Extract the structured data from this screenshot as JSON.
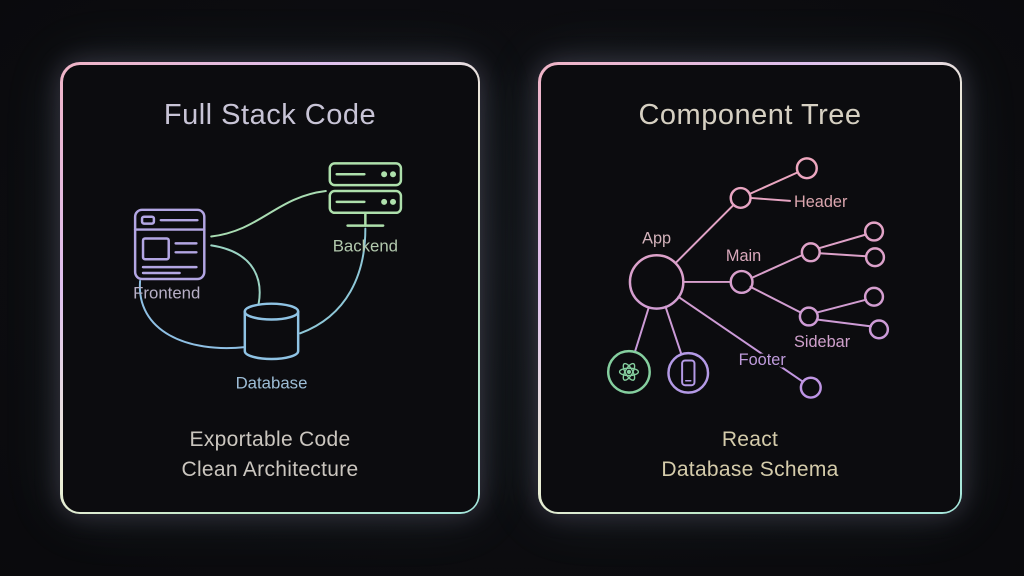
{
  "left_card": {
    "title": "Full Stack Code",
    "labels": {
      "frontend": "Frontend",
      "backend": "Backend",
      "database": "Database"
    },
    "caption": {
      "line1": "Exportable Code",
      "line2": "Clean Architecture"
    }
  },
  "right_card": {
    "title": "Component Tree",
    "labels": {
      "app": "App",
      "header": "Header",
      "main": "Main",
      "sidebar": "Sidebar",
      "footer": "Footer"
    },
    "caption": {
      "line1": "React",
      "line2": "Database Schema"
    }
  },
  "icons": {
    "browser": "browser-window-icon",
    "server": "server-stack-icon",
    "database": "database-cylinder-icon",
    "react": "react-atom-icon",
    "phone": "smartphone-icon"
  },
  "colors": {
    "background": "#0a0a0d",
    "card_border_gradient": [
      "#f0b4c6",
      "#dfc0ee",
      "#eceed6",
      "#bfe9c9",
      "#a5e7dd"
    ],
    "frontend_icon": "#b3a6e3",
    "backend_icon": "#aee0ac",
    "database_icon": "#8fc3e4",
    "tree_gradient_top": "#f2a8bc",
    "tree_gradient_bottom": "#b892ea",
    "react_icon": "#85cf9f",
    "phone_icon": "#b49ae6",
    "left_title": "#c8c4d6",
    "right_title": "#d6d0c2",
    "left_caption": "#cbc6bf",
    "right_caption": "#d5ccab"
  }
}
